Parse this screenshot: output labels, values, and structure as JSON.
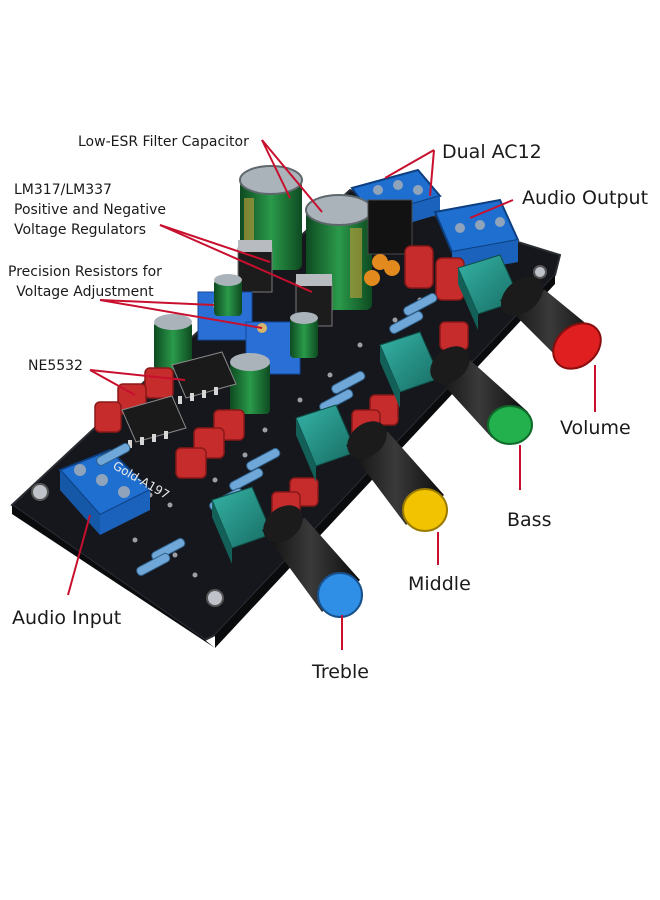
{
  "labels": {
    "low_esr": "Low-ESR Filter Capacitor",
    "regulators": "LM317/LM337\nPositive and Negative\nVoltage Regulators",
    "precision_resistors": "Precision Resistors for\nVoltage Adjustment",
    "ne5532": "NE5532",
    "dual_ac12": "Dual AC12",
    "audio_output": "Audio Output",
    "volume": "Volume",
    "bass": "Bass",
    "middle": "Middle",
    "treble": "Treble",
    "audio_input": "Audio Input"
  },
  "board_print": {
    "model": "Gold-A197"
  },
  "colors": {
    "pcb": "#15171c",
    "terminal": "#1f6fd1",
    "capacitor": "#1f7d3a",
    "film_cap": "#c62c2c",
    "pot": "#1f8f84",
    "knob_volume": "#e02020",
    "knob_bass": "#22b14c",
    "knob_middle": "#f2c300",
    "knob_treble": "#2f8ee5",
    "leader": "#c8102e"
  }
}
